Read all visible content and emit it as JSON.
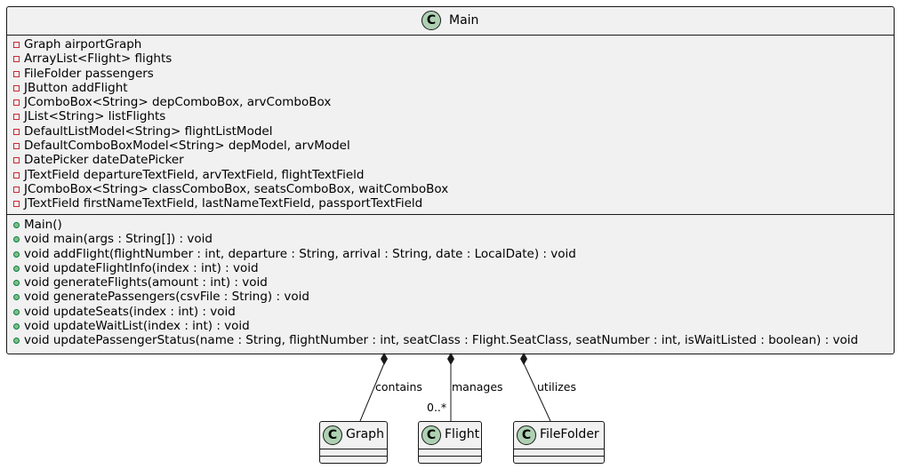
{
  "main_class": {
    "icon": "C",
    "name": "Main",
    "attributes": [
      {
        "visibility": "private",
        "text": "Graph airportGraph"
      },
      {
        "visibility": "private",
        "text": "ArrayList<Flight> flights"
      },
      {
        "visibility": "private",
        "text": "FileFolder passengers"
      },
      {
        "visibility": "private",
        "text": "JButton addFlight"
      },
      {
        "visibility": "private",
        "text": "JComboBox<String> depComboBox, arvComboBox"
      },
      {
        "visibility": "private",
        "text": "JList<String> listFlights"
      },
      {
        "visibility": "private",
        "text": "DefaultListModel<String> flightListModel"
      },
      {
        "visibility": "private",
        "text": "DefaultComboBoxModel<String> depModel, arvModel"
      },
      {
        "visibility": "private",
        "text": "DatePicker dateDatePicker"
      },
      {
        "visibility": "private",
        "text": "JTextField departureTextField, arvTextField, flightTextField"
      },
      {
        "visibility": "private",
        "text": "JComboBox<String> classComboBox, seatsComboBox, waitComboBox"
      },
      {
        "visibility": "private",
        "text": "JTextField firstNameTextField, lastNameTextField, passportTextField"
      }
    ],
    "operations": [
      {
        "visibility": "public",
        "text": "Main()"
      },
      {
        "visibility": "public",
        "text": "void main(args : String[]) : void"
      },
      {
        "visibility": "public",
        "text": "void addFlight(flightNumber : int, departure : String, arrival : String, date : LocalDate) : void"
      },
      {
        "visibility": "public",
        "text": "void updateFlightInfo(index : int) : void"
      },
      {
        "visibility": "public",
        "text": "void generateFlights(amount : int) : void"
      },
      {
        "visibility": "public",
        "text": "void generatePassengers(csvFile : String) : void"
      },
      {
        "visibility": "public",
        "text": "void updateSeats(index : int) : void"
      },
      {
        "visibility": "public",
        "text": "void updateWaitList(index : int) : void"
      },
      {
        "visibility": "public",
        "text": "void updatePassengerStatus(name : String, flightNumber : int, seatClass : Flight.SeatClass, seatNumber : int, isWaitListed : boolean) : void"
      }
    ]
  },
  "classes": [
    {
      "icon": "C",
      "name": "Graph"
    },
    {
      "icon": "C",
      "name": "Flight"
    },
    {
      "icon": "C",
      "name": "FileFolder"
    }
  ],
  "relations": [
    {
      "type": "composition",
      "label": "contains",
      "multiplicity": ""
    },
    {
      "type": "composition",
      "label": "manages",
      "multiplicity": "0..*"
    },
    {
      "type": "composition",
      "label": "utilizes",
      "multiplicity": ""
    }
  ],
  "colors": {
    "box_fill": "#f1f1f1",
    "border": "#181818",
    "class_icon": "#add1b2",
    "private_marker": "#c82930",
    "public_marker": "#84be84"
  }
}
